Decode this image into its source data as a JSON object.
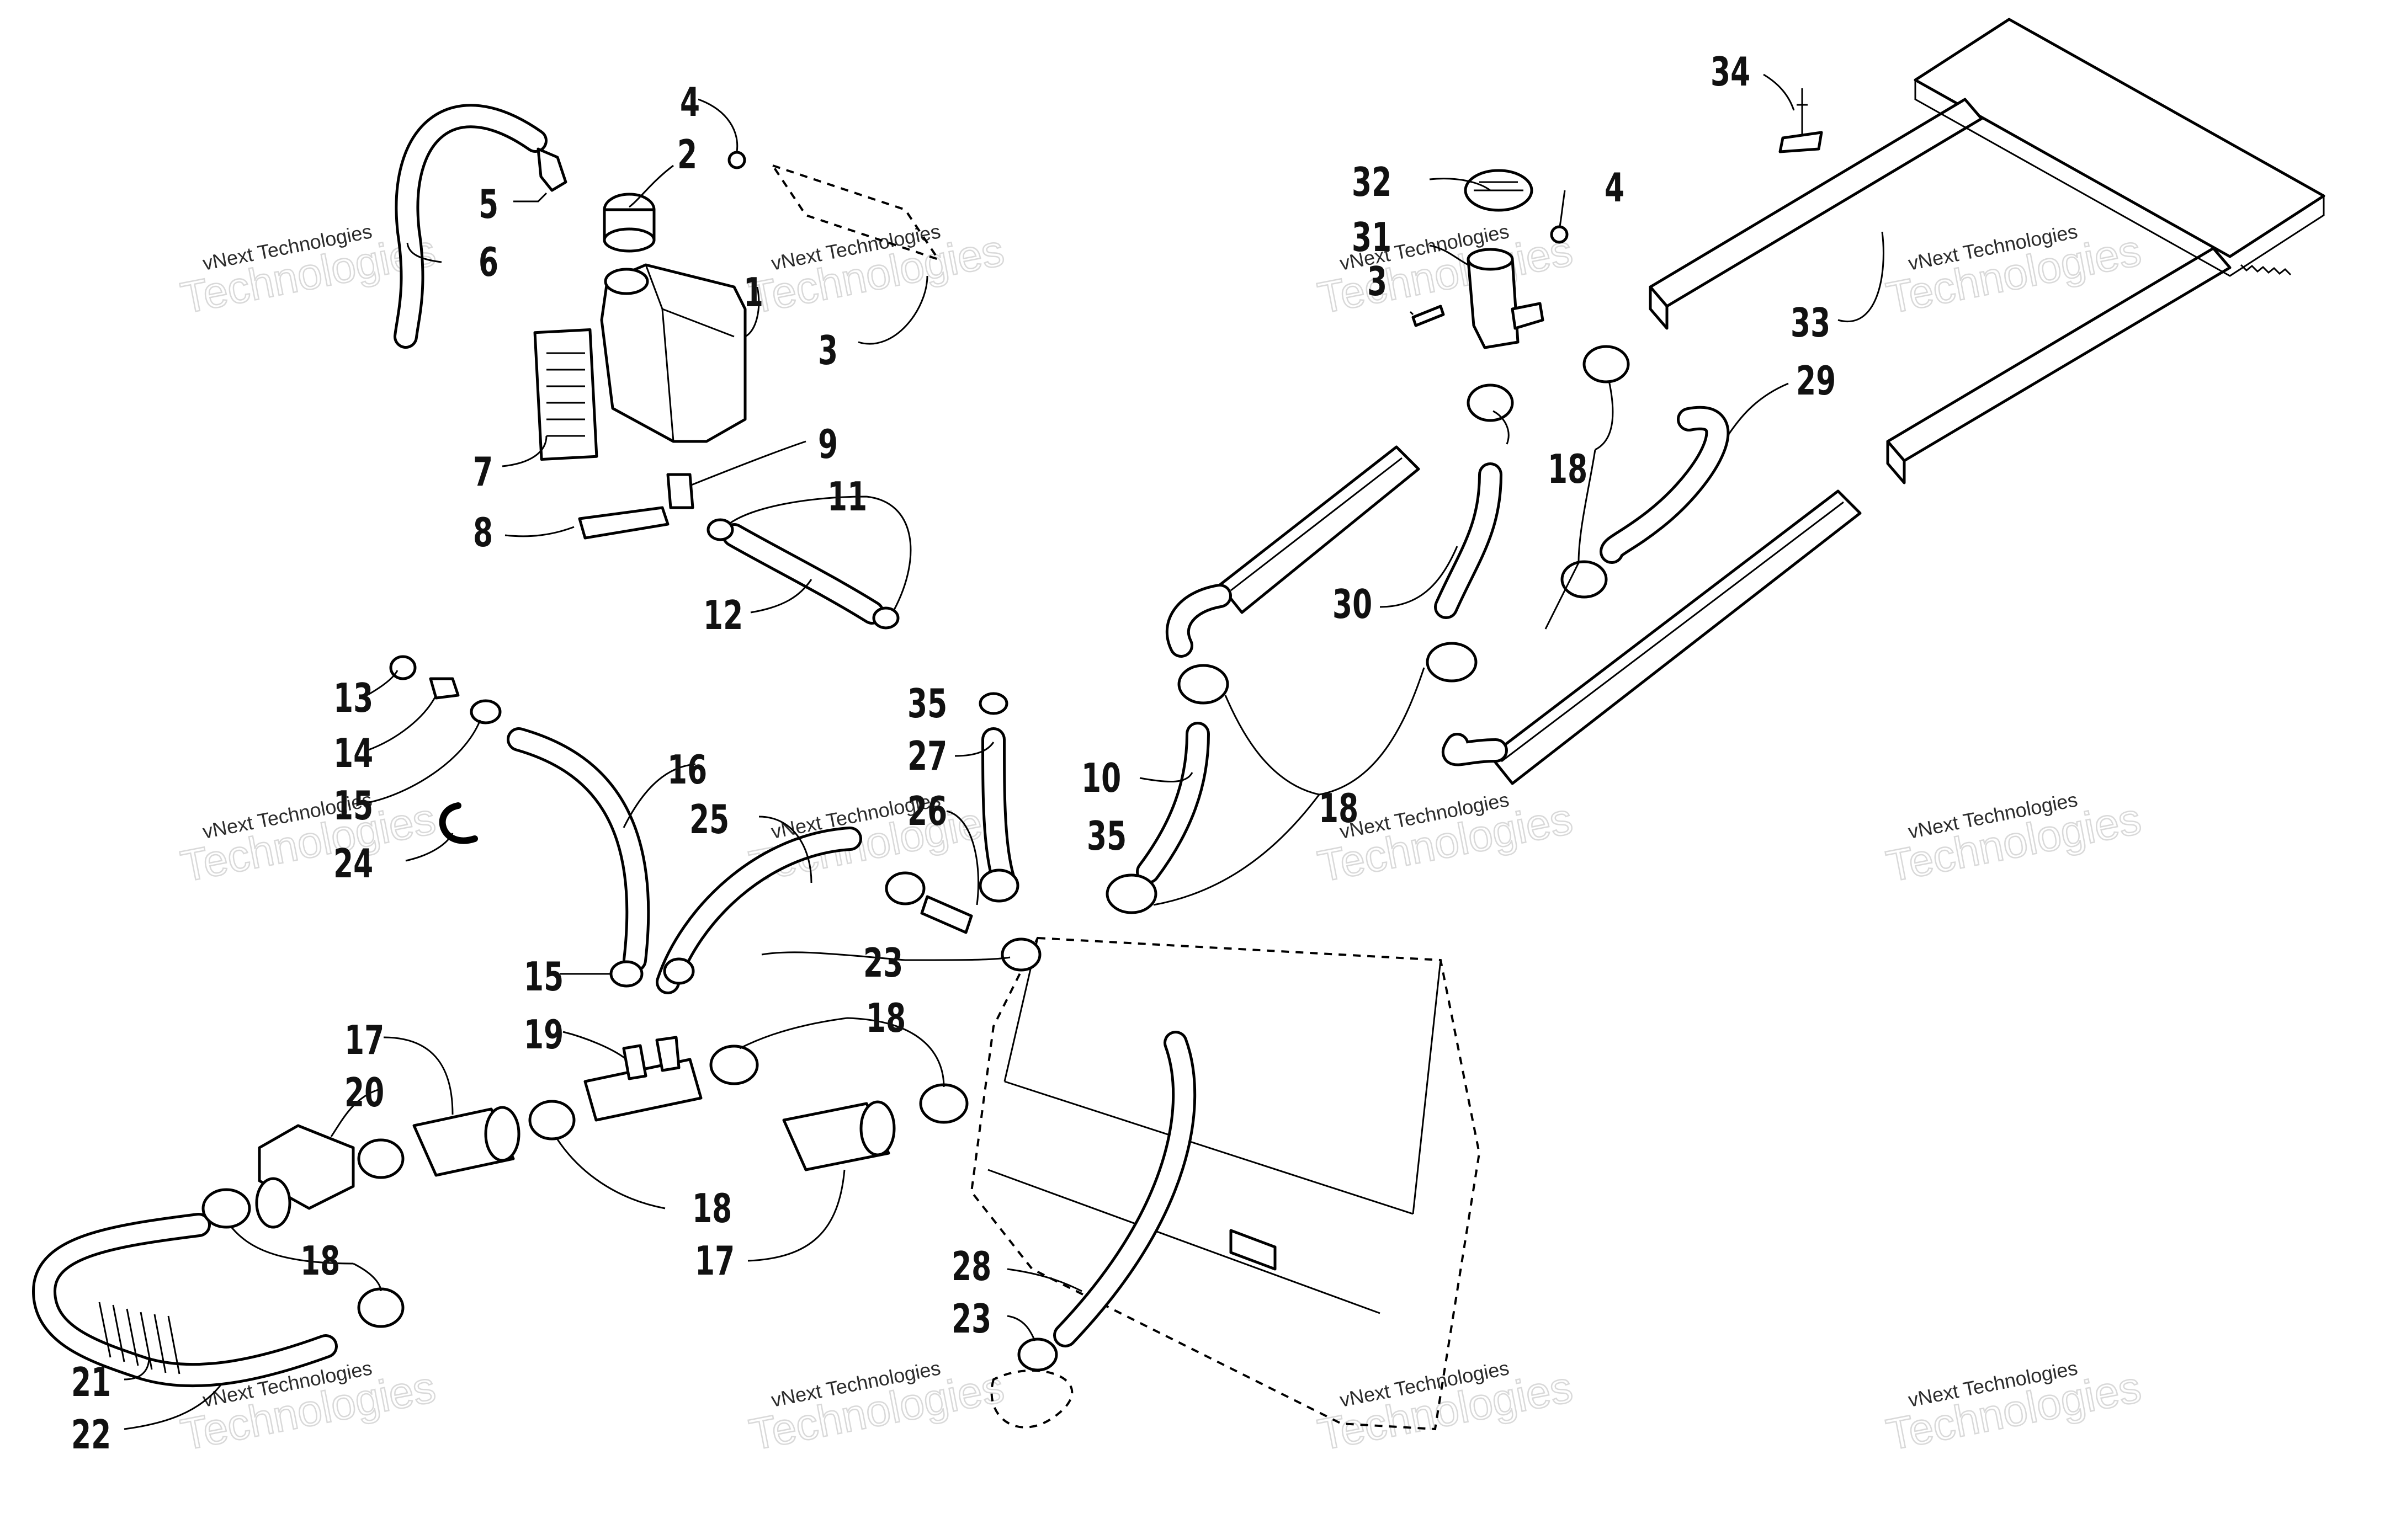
{
  "watermark": {
    "line1": "vNext Technologies",
    "line2": "Technologies"
  },
  "callouts": [
    {
      "id": "c1",
      "text": "1"
    },
    {
      "id": "c2",
      "text": "2"
    },
    {
      "id": "c3a",
      "text": "3"
    },
    {
      "id": "c3b",
      "text": "3"
    },
    {
      "id": "c4a",
      "text": "4"
    },
    {
      "id": "c4b",
      "text": "4"
    },
    {
      "id": "c5",
      "text": "5"
    },
    {
      "id": "c6",
      "text": "6"
    },
    {
      "id": "c7",
      "text": "7"
    },
    {
      "id": "c8",
      "text": "8"
    },
    {
      "id": "c9",
      "text": "9"
    },
    {
      "id": "c10",
      "text": "10"
    },
    {
      "id": "c11",
      "text": "11"
    },
    {
      "id": "c12",
      "text": "12"
    },
    {
      "id": "c13",
      "text": "13"
    },
    {
      "id": "c14",
      "text": "14"
    },
    {
      "id": "c15a",
      "text": "15"
    },
    {
      "id": "c15b",
      "text": "15"
    },
    {
      "id": "c16",
      "text": "16"
    },
    {
      "id": "c17a",
      "text": "17"
    },
    {
      "id": "c17b",
      "text": "17"
    },
    {
      "id": "c18a",
      "text": "18"
    },
    {
      "id": "c18b",
      "text": "18"
    },
    {
      "id": "c18c",
      "text": "18"
    },
    {
      "id": "c18d",
      "text": "18"
    },
    {
      "id": "c18e",
      "text": "18"
    },
    {
      "id": "c19",
      "text": "19"
    },
    {
      "id": "c20",
      "text": "20"
    },
    {
      "id": "c21",
      "text": "21"
    },
    {
      "id": "c22",
      "text": "22"
    },
    {
      "id": "c23a",
      "text": "23"
    },
    {
      "id": "c23b",
      "text": "23"
    },
    {
      "id": "c24",
      "text": "24"
    },
    {
      "id": "c25",
      "text": "25"
    },
    {
      "id": "c26",
      "text": "26"
    },
    {
      "id": "c27",
      "text": "27"
    },
    {
      "id": "c28",
      "text": "28"
    },
    {
      "id": "c29",
      "text": "29"
    },
    {
      "id": "c30",
      "text": "30"
    },
    {
      "id": "c31",
      "text": "31"
    },
    {
      "id": "c32",
      "text": "32"
    },
    {
      "id": "c33",
      "text": "33"
    },
    {
      "id": "c34",
      "text": "34"
    },
    {
      "id": "c35a",
      "text": "35"
    },
    {
      "id": "c35b",
      "text": "35"
    }
  ]
}
